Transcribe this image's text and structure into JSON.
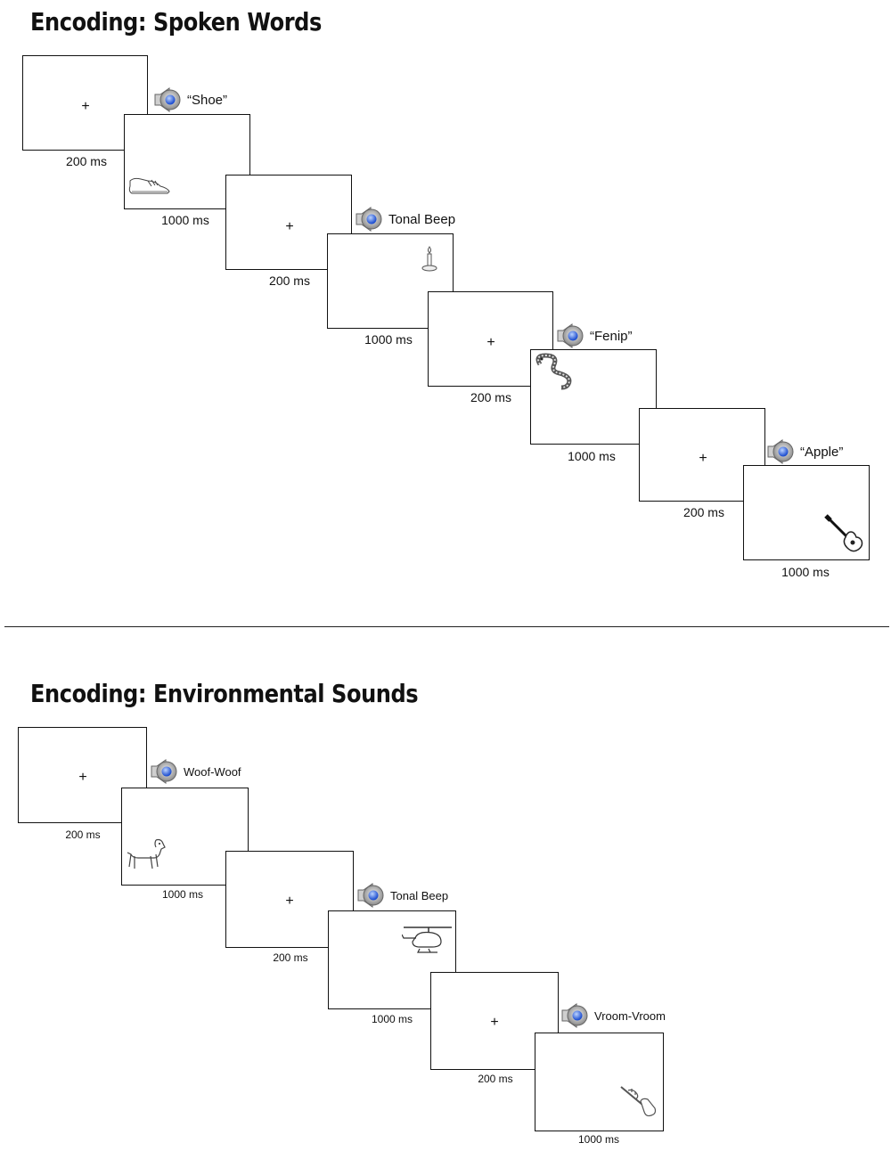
{
  "spoken": {
    "title": "Encoding: Spoken Words",
    "fixation": "+",
    "durations": {
      "fix": "200 ms",
      "stim": "1000 ms"
    },
    "sounds": [
      "“Shoe”",
      "Tonal Beep",
      "“Fenip”",
      "“Apple”"
    ],
    "pictures": [
      "shoe-icon",
      "candle-icon",
      "snake-icon",
      "guitar-icon"
    ]
  },
  "environmental": {
    "title": "Encoding: Environmental Sounds",
    "fixation": "+",
    "durations": {
      "fix": "200 ms",
      "stim": "1000 ms"
    },
    "sounds": [
      "Woof-Woof",
      "Tonal Beep",
      "Vroom-Vroom"
    ],
    "pictures": [
      "dog-icon",
      "helicopter-icon",
      "trumpet-icon"
    ]
  },
  "icons": {
    "sound": "speaker-icon"
  },
  "colors": {
    "speaker_blue": "#3d6fe0",
    "line": "#111111"
  }
}
